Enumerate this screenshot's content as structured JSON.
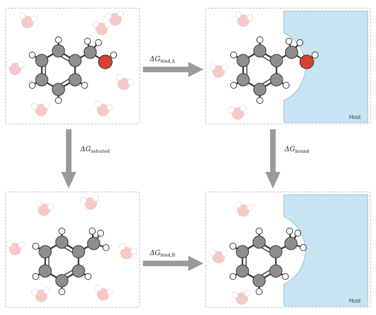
{
  "host_label": "Host",
  "arrows": {
    "bind_A": {
      "delta": "ΔG",
      "sub": "bind,A"
    },
    "bind_B": {
      "delta": "ΔG",
      "sub": "bind,B"
    },
    "solvated": {
      "delta": "ΔG",
      "sub": "solvated"
    },
    "bound": {
      "delta": "ΔG",
      "sub": "bound"
    }
  },
  "colors": {
    "carbon": "#8e8e8e",
    "hydrogen": "#ffffff",
    "oxygen": "#d9412e",
    "water": "#f6c8c6",
    "host": "#c6e4f2",
    "arrow": "#999999",
    "box_border": "#bbbbbb"
  }
}
